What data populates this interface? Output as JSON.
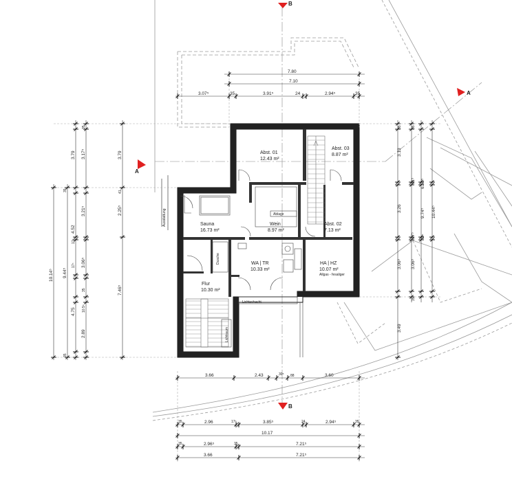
{
  "rooms": [
    {
      "name": "Abst. 01",
      "area": "12.43 m²"
    },
    {
      "name": "Abst. 03",
      "area": "8.87 m²"
    },
    {
      "name": "Sauna",
      "area": "16.73 m²"
    },
    {
      "name": "Wein",
      "area": "8.97 m²"
    },
    {
      "name": "Abst. 02",
      "area": "7.13 m²"
    },
    {
      "name": "WA | TR",
      "area": "10.33 m²"
    },
    {
      "name": "HA | HZ",
      "area": "10.07 m²",
      "note": "Allgas - fesaliger"
    },
    {
      "name": "Flur",
      "area": "10.30 m²"
    }
  ],
  "annotations": {
    "ablage": "Ablage",
    "dusche": "Dusche",
    "lichtschacht": "Lichtschacht",
    "lichtraum": "Lichtraum",
    "ausstattung": "Ausstattung"
  },
  "section_markers": {
    "a": "A",
    "b": "B"
  },
  "dims_top": {
    "row1": "7.80",
    "row2": "7.10",
    "row3": [
      "3.07⁵",
      "35",
      "3.91⁵",
      "24",
      "2.94⁵",
      "35"
    ]
  },
  "dims_left": {
    "outer": [
      "10.14⁵"
    ],
    "col2": [
      "9.44⁵"
    ],
    "col3": [
      "3.79",
      "4.52",
      "4.75"
    ],
    "col4": [
      "3.17⁵",
      "3.21⁵",
      "3.06⁵",
      "2.89",
      "3.79",
      "2.25⁵",
      "7.46⁵"
    ],
    "small": [
      "35",
      "35",
      "17⁵",
      "17⁵",
      "35",
      "10.5⁵",
      "35",
      "41"
    ]
  },
  "dims_right": {
    "col1": [
      "3.13",
      "3.26",
      "3.06⁵",
      "3.49"
    ],
    "col2": [
      "11⁵",
      "17⁵",
      "6.50⁵",
      "3.06⁵"
    ],
    "col3": [
      "9.74⁵",
      "10.44⁵"
    ],
    "small": [
      "35",
      "35",
      "17⁵",
      "35"
    ]
  },
  "dims_mid_bottom": [
    "3.66",
    "2.43",
    "30⁵",
    "88",
    "3.60"
  ],
  "dims_bottom": {
    "row1": [
      "35",
      "2.96",
      "17⁵",
      "3.85⁵",
      "24",
      "2.94⁵",
      "35"
    ],
    "row2": [
      "10.17"
    ],
    "row3": [
      "35",
      "2.96⁵",
      "35",
      "7.21⁵"
    ],
    "row4": [
      "3.66",
      "7.21⁵"
    ]
  }
}
